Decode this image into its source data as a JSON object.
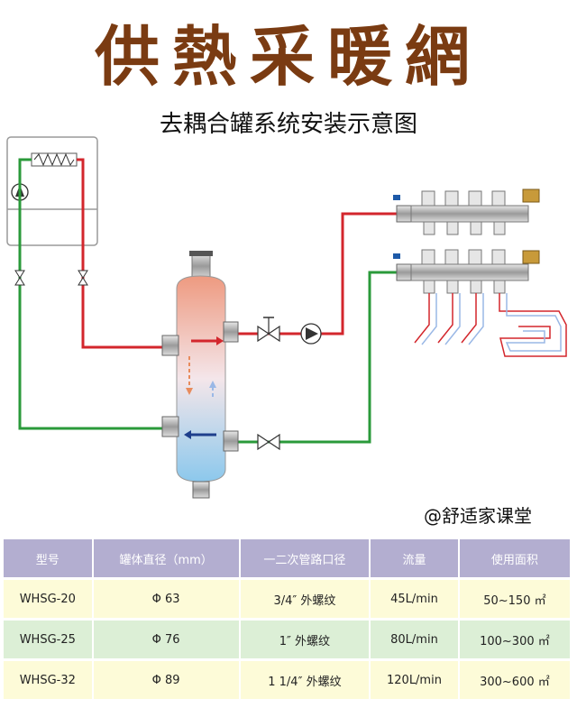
{
  "header": {
    "brand": "供熱采暖網",
    "subtitle": "去耦合罐系统安装示意图"
  },
  "watermark": "@舒适家课堂",
  "colors": {
    "supply": "#d3262c",
    "return": "#2a9a3a",
    "header_bg": "#b3aed0",
    "brand": "#7a3b12"
  },
  "table": {
    "headers": [
      "型号",
      "罐体直径（mm）",
      "一二次管路口径",
      "流量",
      "使用面积"
    ],
    "rows": [
      [
        "WHSG-20",
        "Φ 63",
        "3/4″ 外螺纹",
        "45L/min",
        "50~150 ㎡"
      ],
      [
        "WHSG-25",
        "Φ 76",
        "1″ 外螺纹",
        "80L/min",
        "100~300 ㎡"
      ],
      [
        "WHSG-32",
        "Φ 89",
        "1 1/4″ 外螺纹",
        "120L/min",
        "300~600 ㎡"
      ]
    ]
  }
}
